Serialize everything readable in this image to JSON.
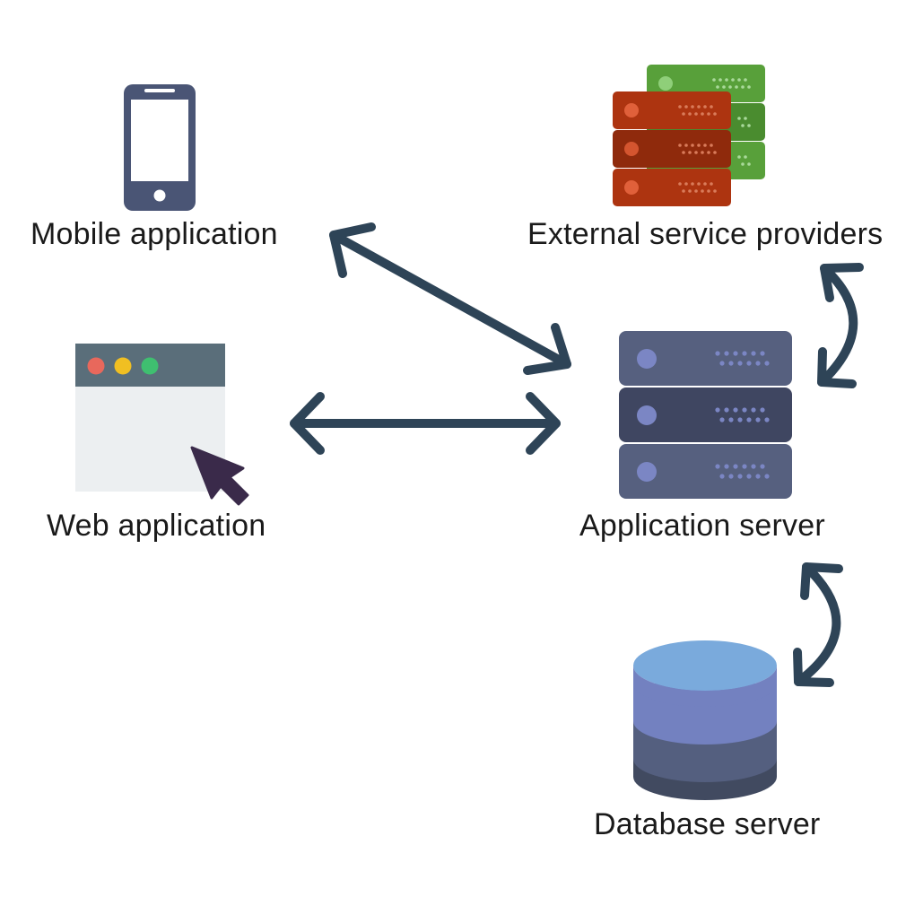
{
  "nodes": {
    "mobile_app": {
      "label": "Mobile application",
      "icon": "smartphone-icon"
    },
    "web_app": {
      "label": "Web application",
      "icon": "browser-window-icon"
    },
    "external_providers": {
      "label": "External service providers",
      "icon": "server-stack-icon"
    },
    "app_server": {
      "label": "Application server",
      "icon": "server-icon"
    },
    "db_server": {
      "label": "Database server",
      "icon": "database-icon"
    }
  },
  "connections": [
    {
      "from": "mobile_app",
      "to": "app_server",
      "direction": "bidirectional"
    },
    {
      "from": "web_app",
      "to": "app_server",
      "direction": "bidirectional"
    },
    {
      "from": "app_server",
      "to": "external_providers",
      "direction": "bidirectional"
    },
    {
      "from": "app_server",
      "to": "db_server",
      "direction": "bidirectional"
    }
  ],
  "colors": {
    "arrow": "#2e4457",
    "phone": "#4a5575",
    "browser_bar": "#5a6e7a",
    "browser_body": "#eceff1",
    "cursor": "#3a2a4a",
    "app_server_light": "#56607f",
    "app_server_dark": "#3f4661",
    "server_accent": "#7b86c4",
    "ext_red": "#ad3410",
    "ext_red_dark": "#8f2a0c",
    "ext_green": "#58a03a",
    "db_top": "#7aaadc",
    "db_band1": "#7381c0",
    "db_band2": "#545f7f",
    "db_band3": "#414a60"
  }
}
